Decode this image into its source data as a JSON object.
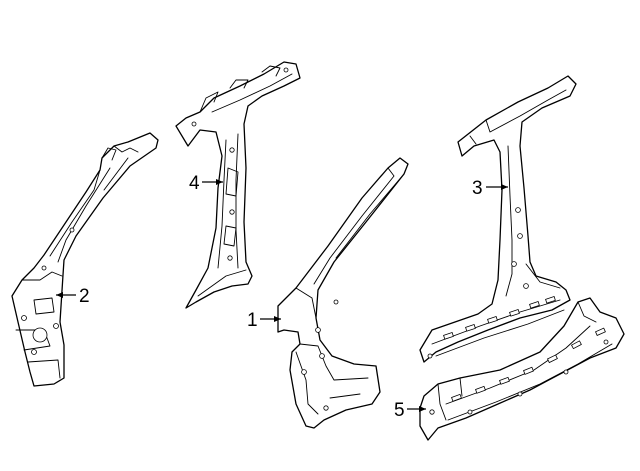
{
  "callouts": [
    {
      "id": "1",
      "label": "1"
    },
    {
      "id": "2",
      "label": "2"
    },
    {
      "id": "3",
      "label": "3"
    },
    {
      "id": "4",
      "label": "4"
    },
    {
      "id": "5",
      "label": "5"
    }
  ],
  "colors": {
    "line": "#000000",
    "fill": "#ffffff",
    "background": "#ffffff"
  }
}
